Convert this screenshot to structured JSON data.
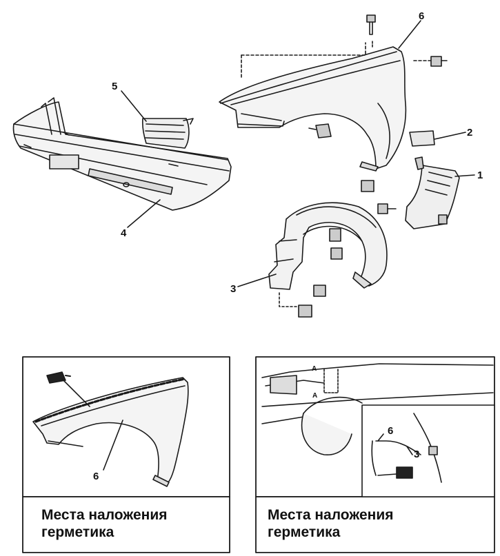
{
  "main_diagram": {
    "callouts": {
      "fender": "6",
      "fender_small_cover": "2",
      "mudguard_flap": "1",
      "wheel_liner": "3",
      "front_bumper": "4",
      "turn_signal_lamp": "5"
    }
  },
  "detail_left": {
    "callout_fender": "6",
    "caption_line1": "Места наложения",
    "caption_line2": "герметика"
  },
  "detail_right": {
    "marker_a_top": "A",
    "marker_a_bottom": "A",
    "inset_callout_fender": "6",
    "inset_callout_liner": "3",
    "caption_line1": "Места наложения",
    "caption_line2": "герметика"
  }
}
